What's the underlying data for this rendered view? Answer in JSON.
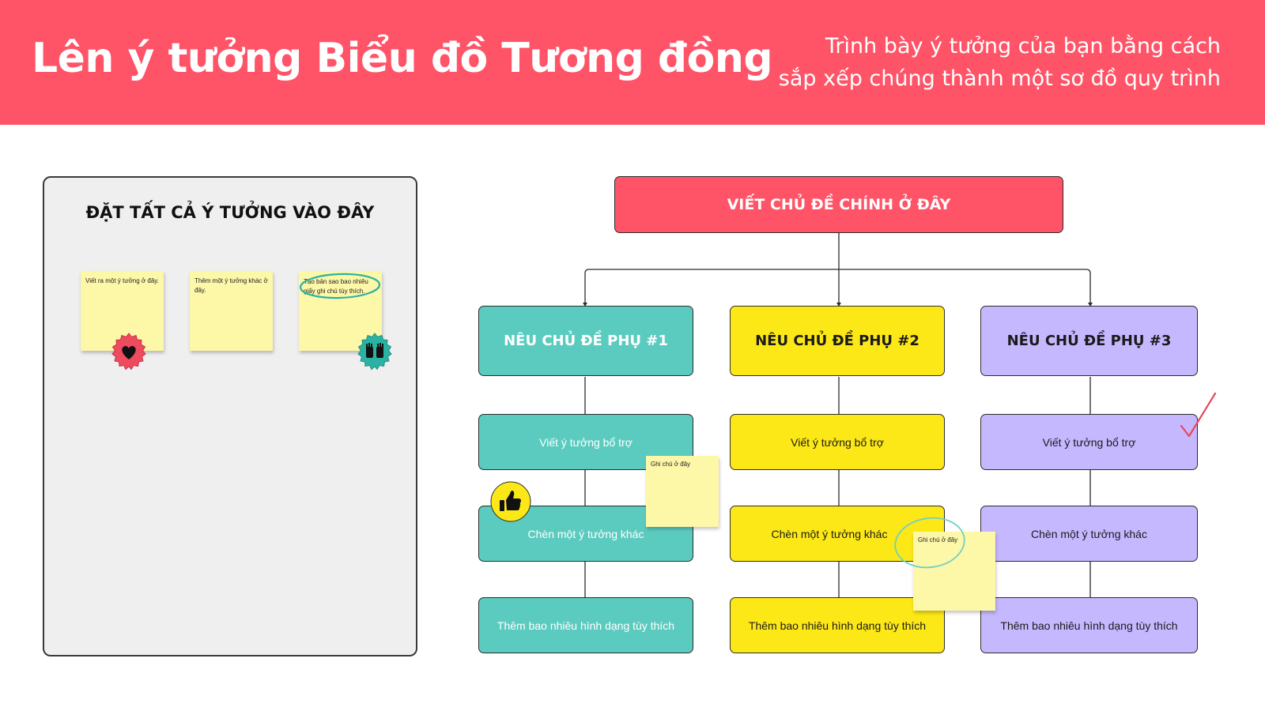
{
  "header": {
    "title": "Lên ý tưởng Biểu đồ Tương đồng",
    "subtitle_line1": "Trình bày ý tưởng của bạn bằng cách",
    "subtitle_line2": "sắp xếp chúng thành một sơ đồ quy trình"
  },
  "board": {
    "title": "ĐẶT TẤT CẢ Ý TƯỞNG VÀO ĐÂY",
    "notes": [
      "Viết ra một ý tưởng ở đây.",
      "Thêm một ý tưởng khác ở đây.",
      "Tạo bản sao bao nhiêu giấy ghi chú tùy thích."
    ]
  },
  "diagram": {
    "main_topic": "VIẾT CHỦ ĐỀ CHÍNH Ở ĐÂY",
    "columns": [
      {
        "heading": "NÊU CHỦ ĐỀ PHỤ #1",
        "color": "#5ccbbf",
        "items": [
          "Viết ý tưởng bổ trợ",
          "Chèn một ý tưởng khác",
          "Thêm bao nhiêu hình dạng tùy thích"
        ]
      },
      {
        "heading": "NÊU CHỦ ĐỀ PHỤ #2",
        "color": "#fde817",
        "items": [
          "Viết ý tưởng bổ trợ",
          "Chèn một ý tưởng khác",
          "Thêm bao nhiêu hình dạng tùy thích"
        ]
      },
      {
        "heading": "NÊU CHỦ ĐỀ PHỤ #3",
        "color": "#c6b8ff",
        "items": [
          "Viết ý tưởng bổ trợ",
          "Chèn một ý tưởng khác",
          "Thêm bao nhiêu hình dạng tùy thích"
        ]
      }
    ]
  },
  "floating_notes": [
    "Ghi chú ở đây",
    "Ghi chú ở đây"
  ],
  "icons": [
    "heart-badge-icon",
    "raised-hands-icon",
    "thumbs-up-icon",
    "checkmark-icon"
  ],
  "colors": {
    "accent": "#ff5468",
    "teal": "#5ccbbf",
    "yellow": "#fde817",
    "purple": "#c6b8ff",
    "sticky": "#fdf7a8"
  }
}
